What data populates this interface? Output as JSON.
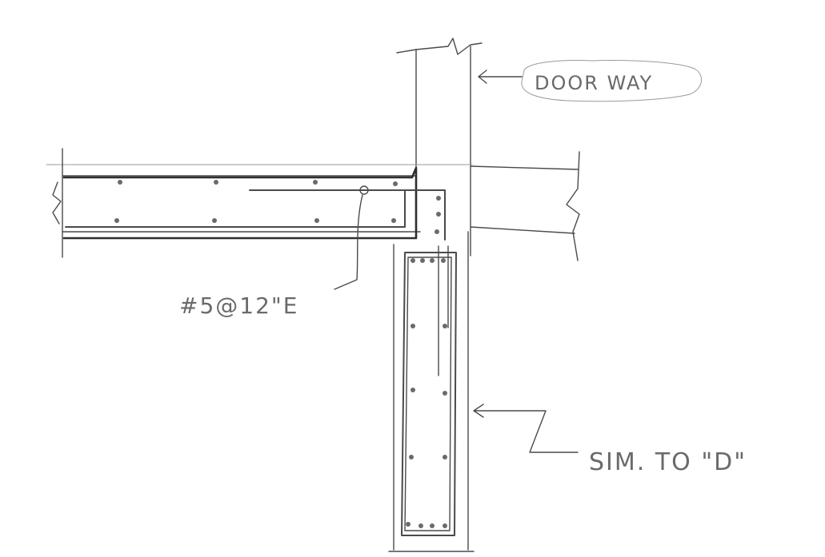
{
  "labels": {
    "door_way": "DOOR WAY",
    "rebar": "#5@12\"E",
    "sim": "SIM. TO \"D\""
  },
  "colors": {
    "ink": "#4a4a4a",
    "pencil_light": "#9a9a9a",
    "rebar_dot": "#6a6a6a"
  }
}
